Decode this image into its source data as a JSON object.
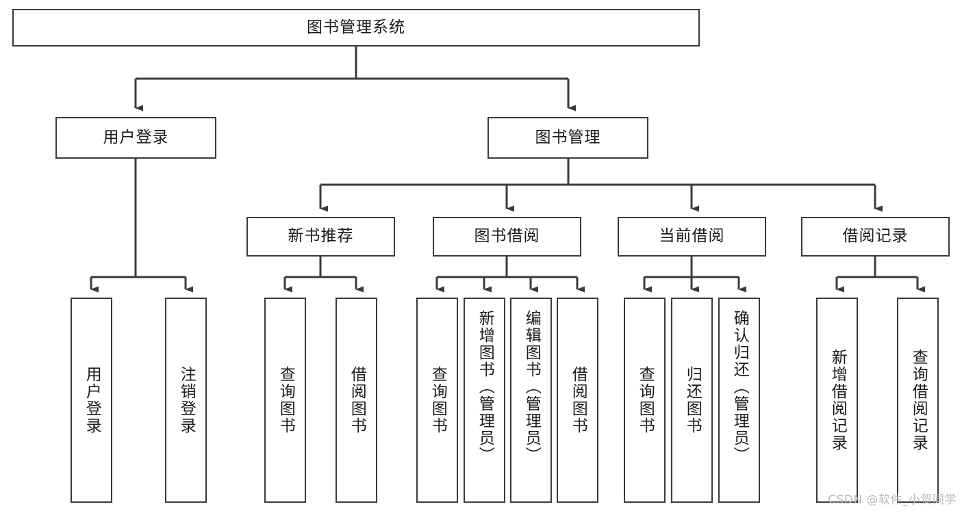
{
  "diagram": {
    "title": "图书管理系统",
    "type": "tree",
    "stroke_color": "#3a3a3a",
    "background": "#ffffff",
    "text_color": "#1a1a1a",
    "root": {
      "id": "root",
      "label": "图书管理系统",
      "orientation": "horizontal"
    },
    "level2": [
      {
        "id": "user-login",
        "label": "用户登录",
        "orientation": "horizontal"
      },
      {
        "id": "book-manage",
        "label": "图书管理",
        "orientation": "horizontal"
      }
    ],
    "level3": [
      {
        "id": "new-book-rec",
        "label": "新书推荐",
        "orientation": "horizontal",
        "parent": "book-manage"
      },
      {
        "id": "book-borrow",
        "label": "图书借阅",
        "orientation": "horizontal",
        "parent": "book-manage"
      },
      {
        "id": "current-borrow",
        "label": "当前借阅",
        "orientation": "horizontal",
        "parent": "book-manage"
      },
      {
        "id": "borrow-record",
        "label": "借阅记录",
        "orientation": "horizontal",
        "parent": "book-manage"
      }
    ],
    "leaves": [
      {
        "id": "leaf-user-login",
        "label": "用户登录",
        "parent": "user-login"
      },
      {
        "id": "leaf-logout",
        "label": "注销登录",
        "parent": "user-login"
      },
      {
        "id": "leaf-query-book-1",
        "label": "查询图书",
        "parent": "new-book-rec"
      },
      {
        "id": "leaf-borrow-book-1",
        "label": "借阅图书",
        "parent": "new-book-rec"
      },
      {
        "id": "leaf-query-book-2",
        "label": "查询图书",
        "parent": "book-borrow"
      },
      {
        "id": "leaf-add-book",
        "label": "新增图书（管理员）",
        "parent": "book-borrow"
      },
      {
        "id": "leaf-edit-book",
        "label": "编辑图书（管理员）",
        "parent": "book-borrow"
      },
      {
        "id": "leaf-borrow-book-2",
        "label": "借阅图书",
        "parent": "book-borrow"
      },
      {
        "id": "leaf-query-book-3",
        "label": "查询图书",
        "parent": "current-borrow"
      },
      {
        "id": "leaf-return-book",
        "label": "归还图书",
        "parent": "current-borrow"
      },
      {
        "id": "leaf-confirm-return",
        "label": "确认归还（管理员）",
        "parent": "current-borrow"
      },
      {
        "id": "leaf-add-record",
        "label": "新增借阅记录",
        "parent": "borrow-record"
      },
      {
        "id": "leaf-query-record",
        "label": "查询借阅记录",
        "parent": "borrow-record"
      }
    ]
  },
  "watermark": {
    "text": "CSDN @软件_小贺同学"
  }
}
